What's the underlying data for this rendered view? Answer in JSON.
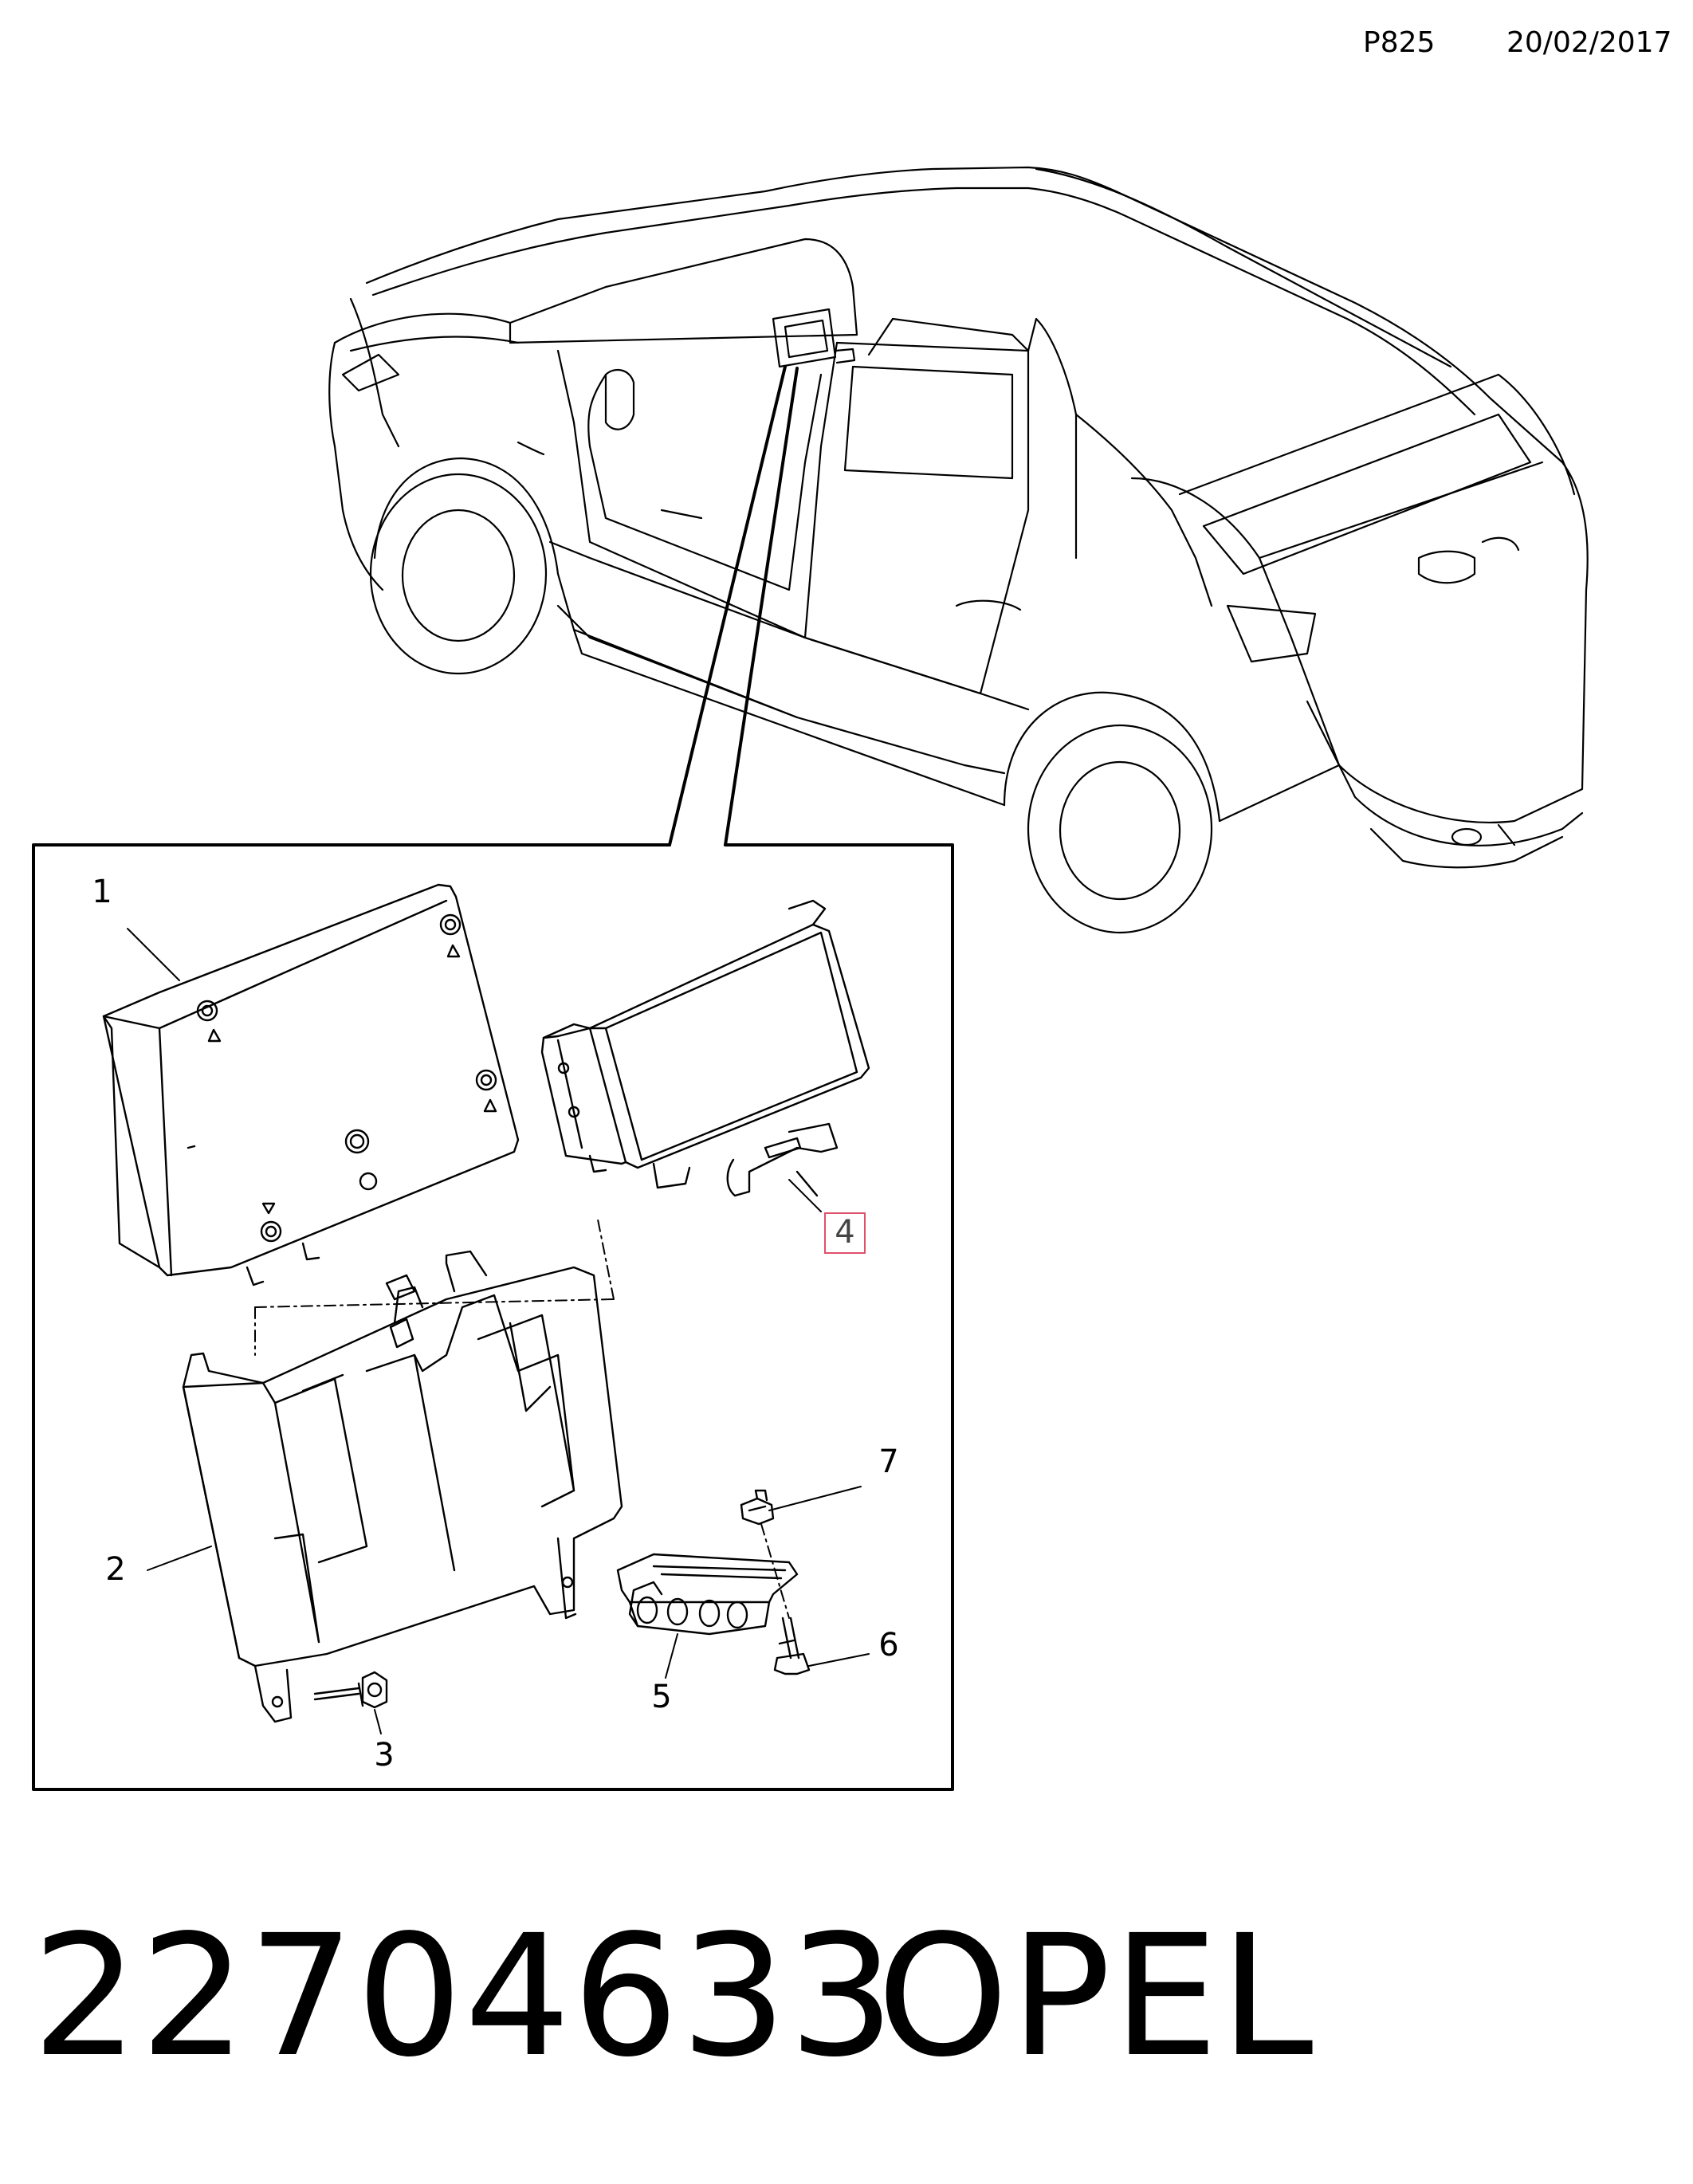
{
  "header": {
    "code": "P825",
    "date": "20/02/2017"
  },
  "callouts": [
    "1",
    "2",
    "3",
    "4",
    "5",
    "6",
    "7"
  ],
  "highlighted_callout": "4",
  "colors": {
    "line": "#000000",
    "highlight_border": "#e0506a"
  },
  "footer": {
    "part_number": "22704633",
    "brand": "OPEL"
  }
}
